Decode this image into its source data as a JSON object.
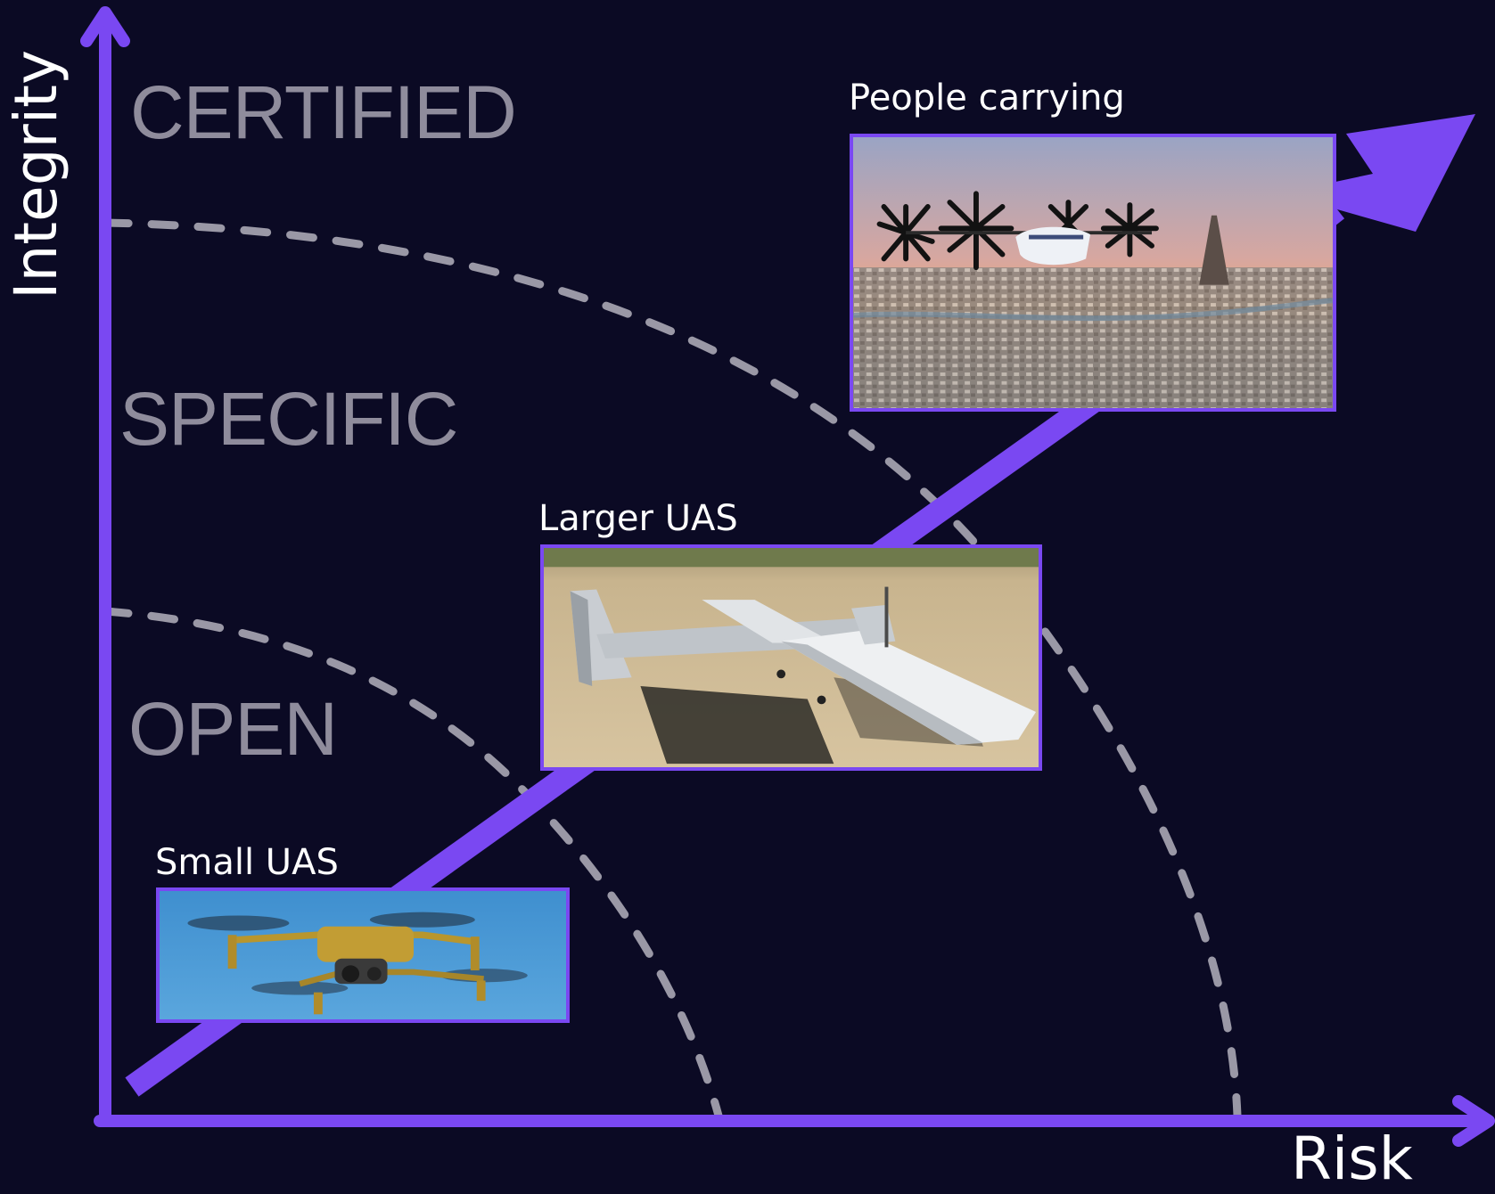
{
  "axes": {
    "y_label": "Integrity",
    "x_label": "Risk"
  },
  "zones": [
    {
      "key": "certified",
      "label": "CERTIFIED"
    },
    {
      "key": "specific",
      "label": "SPECIFIC"
    },
    {
      "key": "open",
      "label": "OPEN"
    }
  ],
  "categories": [
    {
      "key": "small",
      "title": "Small UAS",
      "photo_subject": "quadcopter drone in blue sky"
    },
    {
      "key": "larger",
      "title": "Larger UAS",
      "photo_subject": "fixed-wing drone on dirt ground"
    },
    {
      "key": "people",
      "title": "People carrying",
      "photo_subject": "eVTOL air taxi over Paris at sunset"
    }
  ],
  "colors": {
    "background": "#0b0a24",
    "accent": "#7a48f2",
    "zone_text": "#8f8c9c",
    "dashed_boundary": "#9a98a6",
    "text": "#ffffff"
  }
}
